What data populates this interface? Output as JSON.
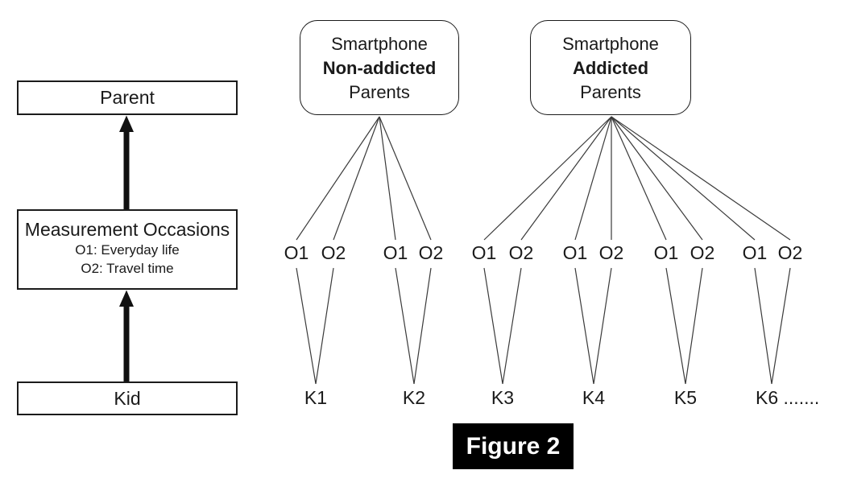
{
  "figure": {
    "caption": "Figure 2"
  },
  "left_panel": {
    "parent_label": "Parent",
    "measurement_box": {
      "title": "Measurement Occasions",
      "occasion1": "O1: Everyday life",
      "occasion2": "O2: Travel time"
    },
    "kid_label": "Kid"
  },
  "trees": [
    {
      "title": [
        "Smartphone",
        "Non-addicted",
        "Parents"
      ],
      "kids": [
        {
          "label": "K1",
          "occasions": [
            "O1",
            "O2"
          ]
        },
        {
          "label": "K2",
          "occasions": [
            "O1",
            "O2"
          ]
        }
      ]
    },
    {
      "title": [
        "Smartphone",
        "Addicted",
        "Parents"
      ],
      "kids": [
        {
          "label": "K3",
          "occasions": [
            "O1",
            "O2"
          ]
        },
        {
          "label": "K4",
          "occasions": [
            "O1",
            "O2"
          ]
        },
        {
          "label": "K5",
          "occasions": [
            "O1",
            "O2"
          ]
        },
        {
          "label": "K6 .......",
          "occasions": [
            "O1",
            "O2"
          ]
        }
      ]
    }
  ],
  "colors": {
    "line": "#3a3a3a",
    "border": "#1b1b1b",
    "text": "#1a1a1a",
    "caption_bg": "#000000",
    "caption_text": "#ffffff",
    "background": "#ffffff"
  }
}
